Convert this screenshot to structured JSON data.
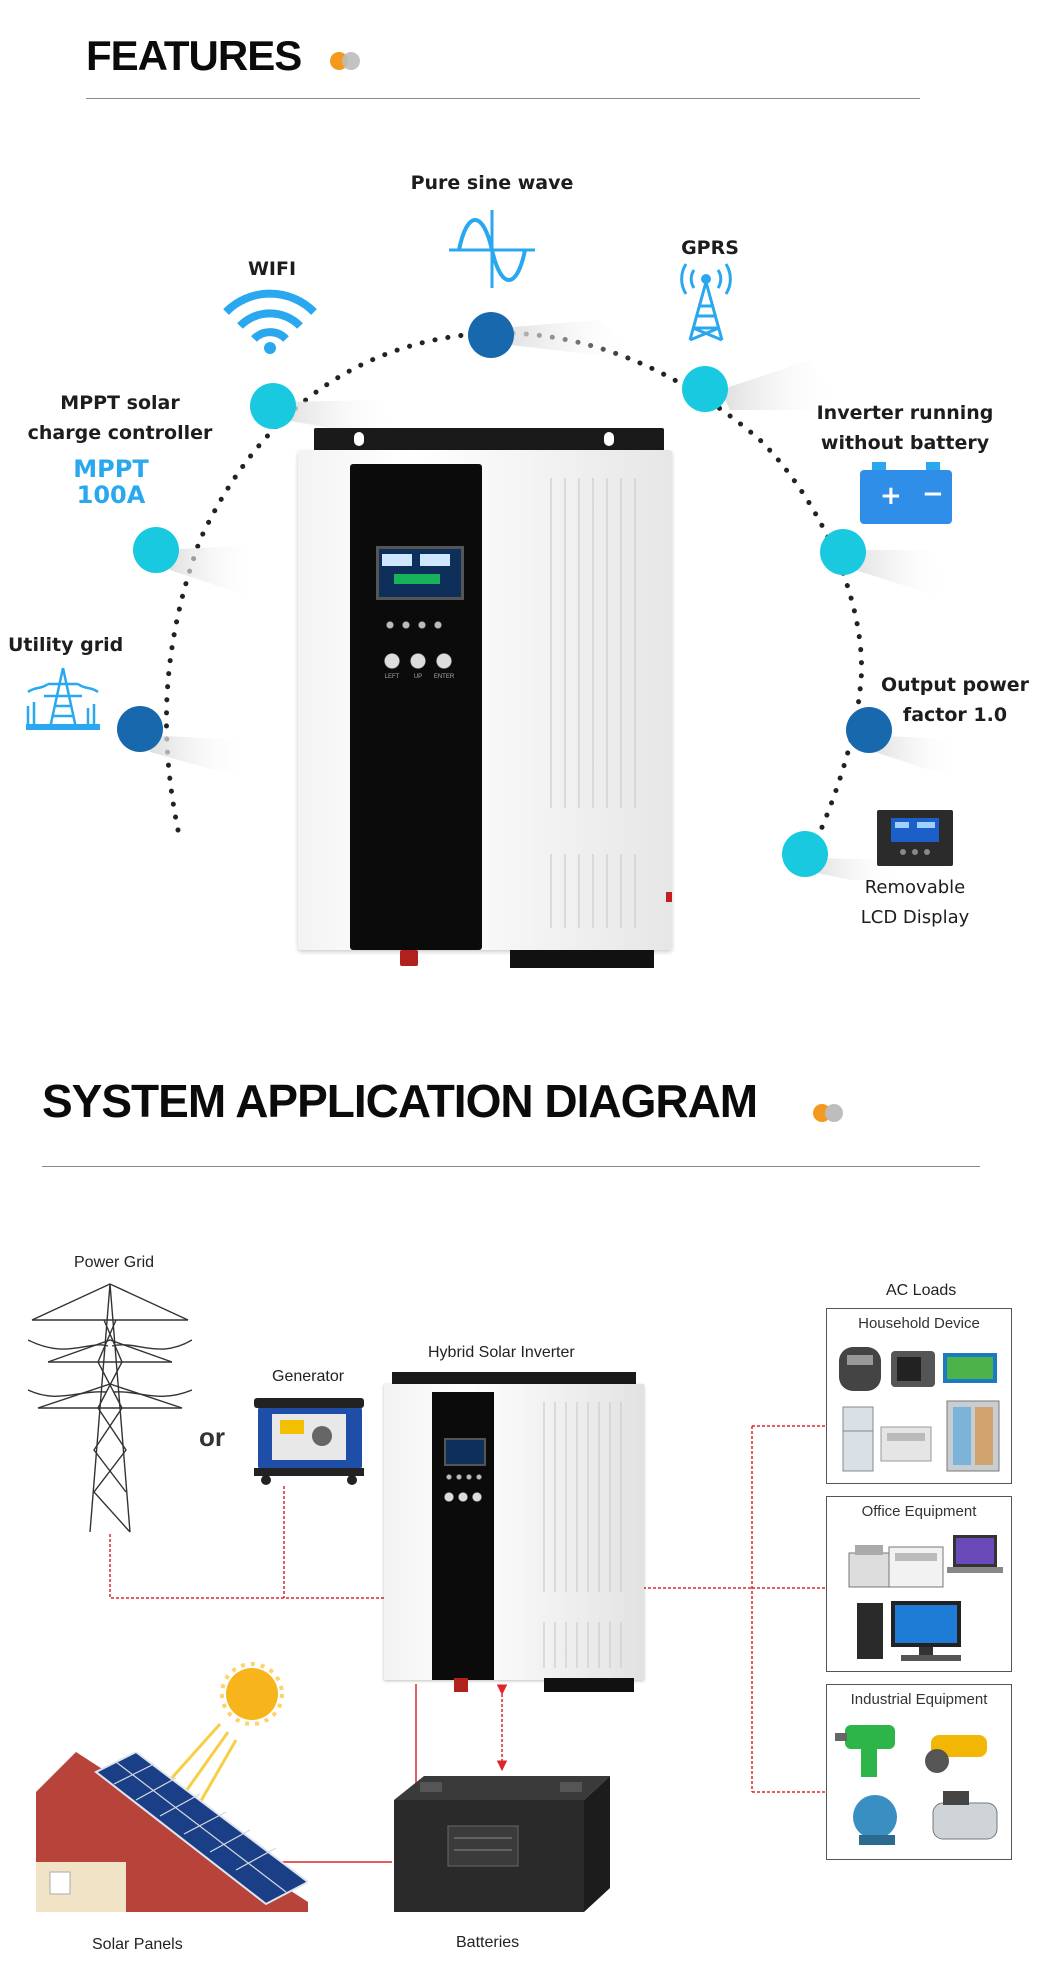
{
  "features": {
    "title": "FEATURES",
    "dot_colors": [
      "#f39a1e",
      "#b9b9b9"
    ],
    "items": [
      {
        "label": "Pure sine wave",
        "icon": "sine-wave-icon"
      },
      {
        "label": "WIFI",
        "icon": "wifi-icon"
      },
      {
        "label": "GPRS",
        "icon": "gprs-tower-icon"
      },
      {
        "label": "MPPT solar\ncharge controller",
        "icon": "mppt-badge"
      },
      {
        "label": "Inverter running\nwithout battery",
        "icon": "battery-icon"
      },
      {
        "label": "Utility grid",
        "icon": "power-pylon-icon"
      },
      {
        "label": "Output power\nfactor 1.0",
        "icon": ""
      },
      {
        "label": "Removable\nLCD Display",
        "icon": "lcd-display-icon"
      }
    ],
    "mppt_badge": "MPPT\n100A",
    "inverter_buttons": [
      "LEFT",
      "UP",
      "ENTER"
    ],
    "accent_colors": {
      "cyan": "#19c9e0",
      "blue": "#1768ad",
      "icon_blue": "#29a8f0"
    }
  },
  "diagram": {
    "title": "SYSTEM APPLICATION DIAGRAM",
    "labels": {
      "power_grid": "Power Grid",
      "or": "or",
      "generator": "Generator",
      "inverter": "Hybrid Solar Inverter",
      "ac_loads": "AC Loads",
      "solar_panels": "Solar Panels",
      "batteries": "Batteries"
    },
    "load_boxes": [
      {
        "title": "Household Device"
      },
      {
        "title": "Office Equipment"
      },
      {
        "title": "Industrial Equipment"
      }
    ],
    "wire_color": "#e0262b"
  }
}
